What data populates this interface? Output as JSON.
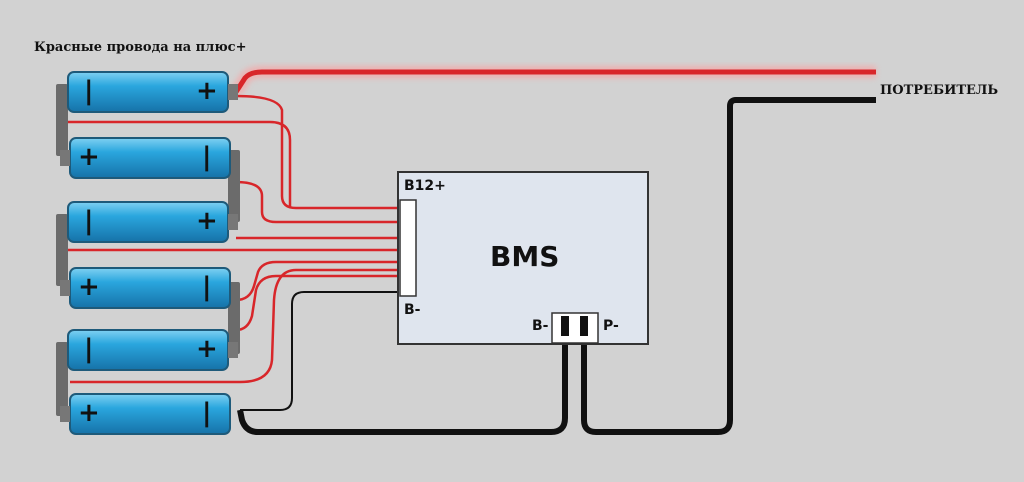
{
  "diagram": {
    "note_red_wires": "Красные провода на плюс+",
    "consumer_label": "ПОТРЕБИТЕЛЬ",
    "bms": {
      "title": "BMS",
      "pin_balance": "B12+",
      "pin_b_minus_left": "B-",
      "pin_b_minus": "B-",
      "pin_p_minus": "P-"
    },
    "cells": [
      {
        "left_sign": "|",
        "right_sign": "+"
      },
      {
        "left_sign": "+",
        "right_sign": "|"
      },
      {
        "left_sign": "|",
        "right_sign": "+"
      },
      {
        "left_sign": "+",
        "right_sign": "|"
      },
      {
        "left_sign": "|",
        "right_sign": "+"
      },
      {
        "left_sign": "+",
        "right_sign": "|"
      }
    ],
    "colors": {
      "background": "#d2d2d2",
      "cell_body": "#2aa6de",
      "cell_outline": "#1e5a7a",
      "red_wire": "#d8262a",
      "black_wire": "#111111",
      "bms_fill": "#dfe5ee"
    }
  }
}
